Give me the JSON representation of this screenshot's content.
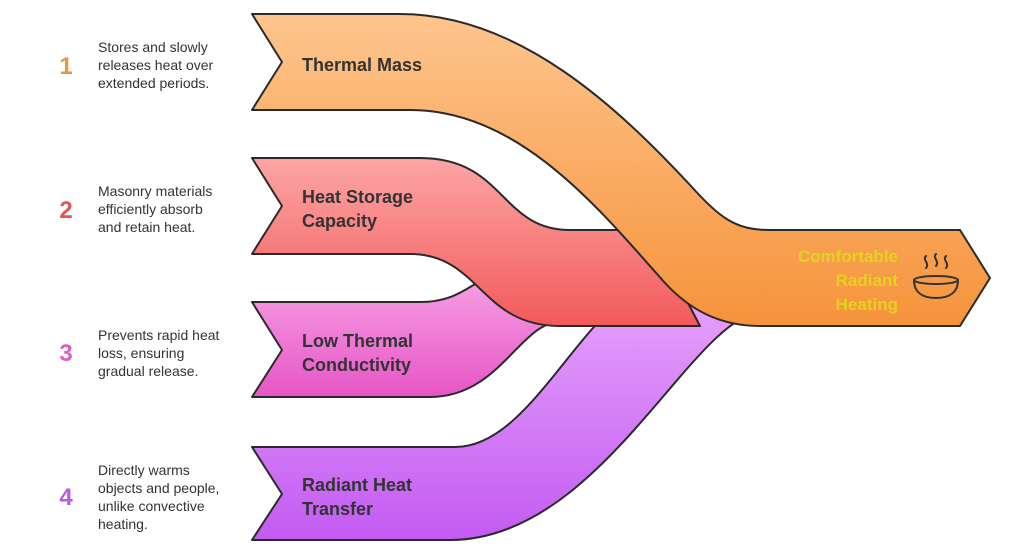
{
  "colors": {
    "stream1_top": "#fdc58d",
    "stream1_bottom": "#f6933b",
    "stream2_top": "#fca5a5",
    "stream2_bottom": "#f35a5a",
    "stream3_top": "#f8a5e6",
    "stream3_bottom": "#e655c6",
    "stream4_top": "#e9a8fc",
    "stream4_bottom": "#c35bf2",
    "num1": "#e99740",
    "num2": "#e35454",
    "num3": "#e05bc2",
    "num4": "#b95ae6",
    "outcome_text": "#e3d31d",
    "label_text": "#333333",
    "desc_text": "#333333"
  },
  "items": [
    {
      "number": "1",
      "description": [
        "Stores and slowly",
        "releases heat over",
        "extended periods."
      ],
      "label": [
        "Thermal Mass"
      ]
    },
    {
      "number": "2",
      "description": [
        "Masonry materials",
        "efficiently absorb",
        "and retain heat."
      ],
      "label": [
        "Heat Storage",
        "Capacity"
      ]
    },
    {
      "number": "3",
      "description": [
        "Prevents rapid heat",
        "loss, ensuring",
        "gradual release."
      ],
      "label": [
        "Low Thermal",
        "Conductivity"
      ]
    },
    {
      "number": "4",
      "description": [
        "Directly warms",
        "objects and people,",
        "unlike convective",
        "heating."
      ],
      "label": [
        "Radiant Heat",
        "Transfer"
      ]
    }
  ],
  "outcome": {
    "label": [
      "Comfortable",
      "Radiant",
      "Heating"
    ],
    "icon": "steaming-bowl-icon"
  }
}
